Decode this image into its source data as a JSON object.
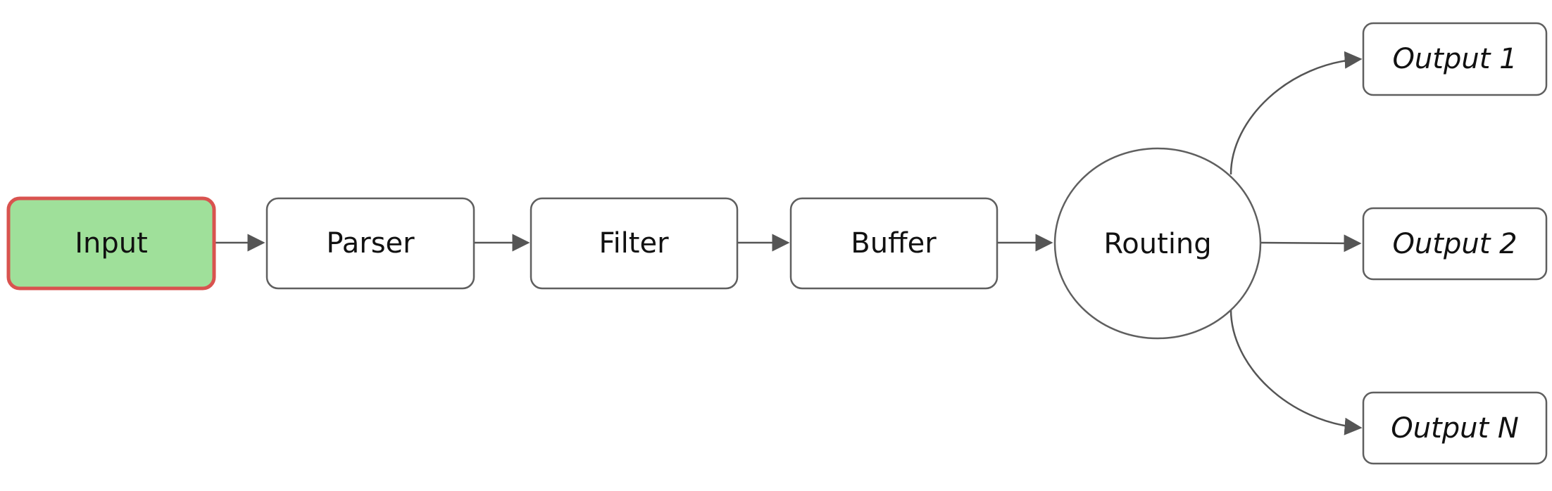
{
  "diagram": {
    "colors": {
      "input_fill": "#9fe09a",
      "input_border": "#d9534f",
      "node_border": "#5f5f5f",
      "edge": "#555555"
    },
    "nodes": {
      "input": {
        "label": "Input"
      },
      "parser": {
        "label": "Parser"
      },
      "filter": {
        "label": "Filter"
      },
      "buffer": {
        "label": "Buffer"
      },
      "routing": {
        "label": "Routing"
      },
      "output1": {
        "label": "Output 1"
      },
      "output2": {
        "label": "Output 2"
      },
      "outputN": {
        "label": "Output N"
      }
    },
    "edges": [
      {
        "from": "Input",
        "to": "Parser"
      },
      {
        "from": "Parser",
        "to": "Filter"
      },
      {
        "from": "Filter",
        "to": "Buffer"
      },
      {
        "from": "Buffer",
        "to": "Routing"
      },
      {
        "from": "Routing",
        "to": "Output 1"
      },
      {
        "from": "Routing",
        "to": "Output 2"
      },
      {
        "from": "Routing",
        "to": "Output N"
      }
    ]
  }
}
